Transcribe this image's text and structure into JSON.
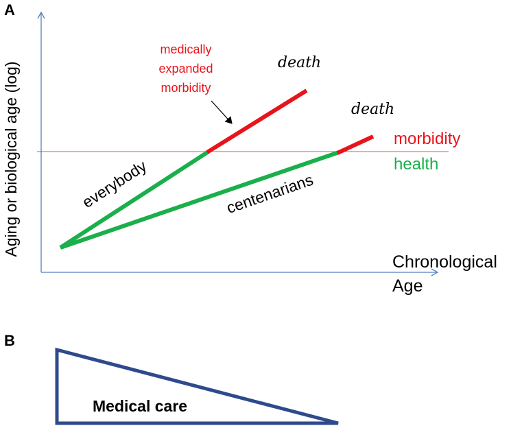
{
  "panel_a": {
    "letter": "A",
    "y_axis_label": "Aging or biological age (log)",
    "x_axis_label_line1": "Chronological",
    "x_axis_label_line2": "Age",
    "annotation_line1": "medically",
    "annotation_line2": "expanded",
    "annotation_line3": "morbidity",
    "death_1": "death",
    "death_2": "death",
    "morbidity_label": "morbidity",
    "health_label": "health",
    "everybody_label": "everybody",
    "centenarians_label": "centenarians"
  },
  "panel_b": {
    "letter": "B",
    "wedge_label": "Medical care"
  },
  "colors": {
    "axis": "#4f81bd",
    "health": "#1aaf4b",
    "morbidity": "#e8141b",
    "threshold": "#e8141b",
    "wedge": "#2e4a8c"
  }
}
